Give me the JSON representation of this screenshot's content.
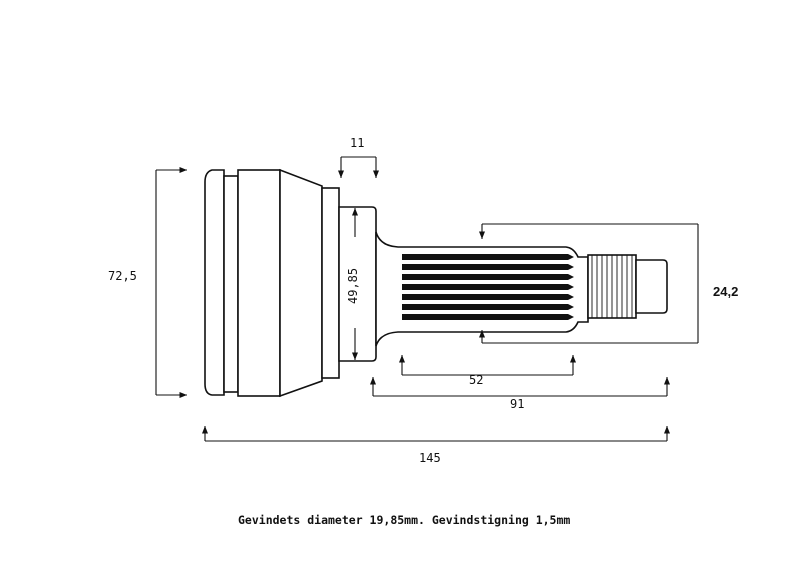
{
  "dimensions": {
    "width_top": "11",
    "height_left": "72,5",
    "shaft_diameter": "49,85",
    "thread_diameter": "24,2",
    "spline_length": "52",
    "shaft_length": "91",
    "total_length": "145"
  },
  "caption": "Gevindets diameter 19,85mm. Gevindstigning 1,5mm",
  "colors": {
    "ink": "#111111",
    "paper": "#ffffff"
  }
}
